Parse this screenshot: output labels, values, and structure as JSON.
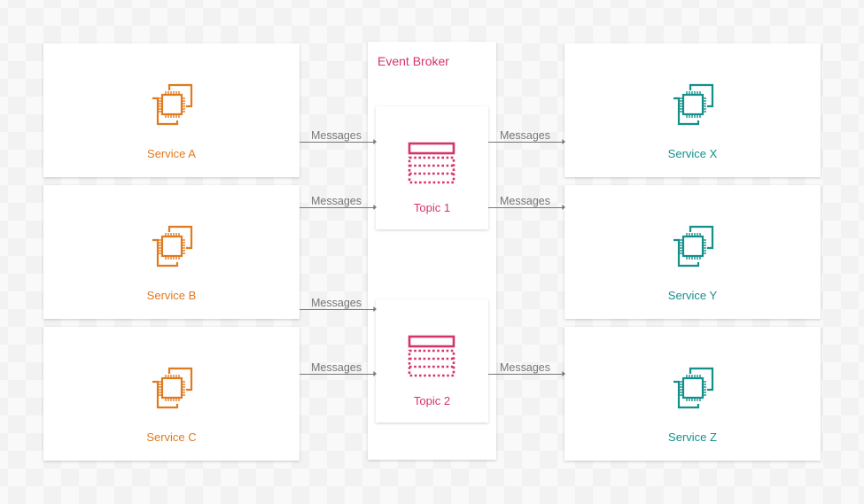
{
  "colors": {
    "producer": "#e07a1f",
    "consumer": "#13908a",
    "broker": "#d6336c",
    "arrow": "#777777"
  },
  "producers": [
    {
      "label": "Service A",
      "icon": "chip-instances-icon"
    },
    {
      "label": "Service B",
      "icon": "chip-instances-icon"
    },
    {
      "label": "Service C",
      "icon": "chip-instances-icon"
    }
  ],
  "broker": {
    "title": "Event Broker",
    "topics": [
      {
        "label": "Topic 1",
        "icon": "topic-table-icon"
      },
      {
        "label": "Topic 2",
        "icon": "topic-table-icon"
      }
    ]
  },
  "consumers": [
    {
      "label": "Service X",
      "icon": "chip-instances-icon"
    },
    {
      "label": "Service Y",
      "icon": "chip-instances-icon"
    },
    {
      "label": "Service Z",
      "icon": "chip-instances-icon"
    }
  ],
  "edges": [
    {
      "from": "Service A",
      "to": "Topic 1",
      "label": "Messages"
    },
    {
      "from": "Service B",
      "to": "Topic 1",
      "label": "Messages"
    },
    {
      "from": "Service B",
      "to": "Topic 2",
      "label": "Messages"
    },
    {
      "from": "Service C",
      "to": "Topic 2",
      "label": "Messages"
    },
    {
      "from": "Topic 1",
      "to": "Service X",
      "label": "Messages"
    },
    {
      "from": "Topic 1",
      "to": "Service Y",
      "label": "Messages"
    },
    {
      "from": "Topic 2",
      "to": "Service Z",
      "label": "Messages"
    }
  ]
}
